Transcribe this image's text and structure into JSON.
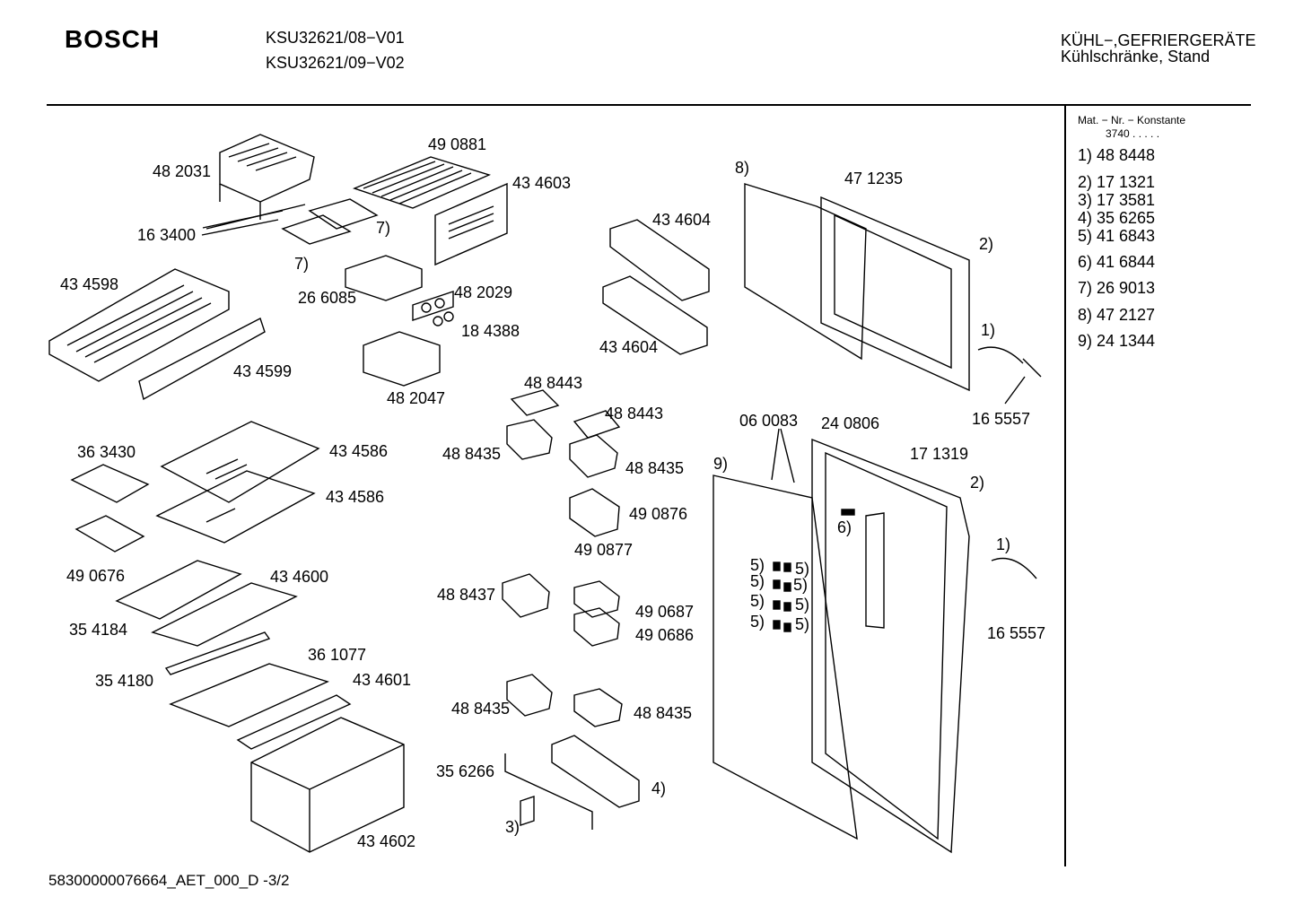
{
  "header": {
    "brand": "BOSCH",
    "models": [
      "KSU32621/08−V01",
      "KSU32621/09−V02"
    ],
    "category_line1": "KÜHL−,GEFRIERGERÄTE",
    "category_line2": "Kühlschränke, Stand"
  },
  "legend": {
    "heading": "Mat. − Nr. − Konstante",
    "constant": "3740  .   .   .   .   .",
    "items": [
      "1)  48 8448",
      "2)  17 1321",
      "3)  17 3581",
      "4)  35 6265",
      "5)  41 6843",
      "6)  41 6844",
      "7)  26 9013",
      "8)  47 2127",
      "9)  24 1344"
    ]
  },
  "labels": [
    "48 2031",
    "49 0881",
    "43 4603",
    "16 3400",
    "7)",
    "7)",
    "26 6085",
    "48 2029",
    "18 4388",
    "43 4598",
    "43 4599",
    "48 2047",
    "43 4604",
    "43 4604",
    "8)",
    "47 1235",
    "2)",
    "1)",
    "16 5557",
    "36 3430",
    "43 4586",
    "43 4586",
    "48 8443",
    "48 8443",
    "48 8435",
    "48 8435",
    "06 0083",
    "24 0806",
    "17 1319",
    "9)",
    "2)",
    "49 0876",
    "49 0877",
    "6)",
    "1)",
    "49 0676",
    "43 4600",
    "5)",
    "5)",
    "5)",
    "5)",
    "5)",
    "5)",
    "5)",
    "5)",
    "35 4184",
    "48 8437",
    "49 0687",
    "49 0686",
    "16 5557",
    "36 1077",
    "35 4180",
    "43 4601",
    "48 8435",
    "48 8435",
    "35 6266",
    "4)",
    "3)",
    "43 4602"
  ],
  "footer": "58300000076664_AET_000_D  -3/2"
}
